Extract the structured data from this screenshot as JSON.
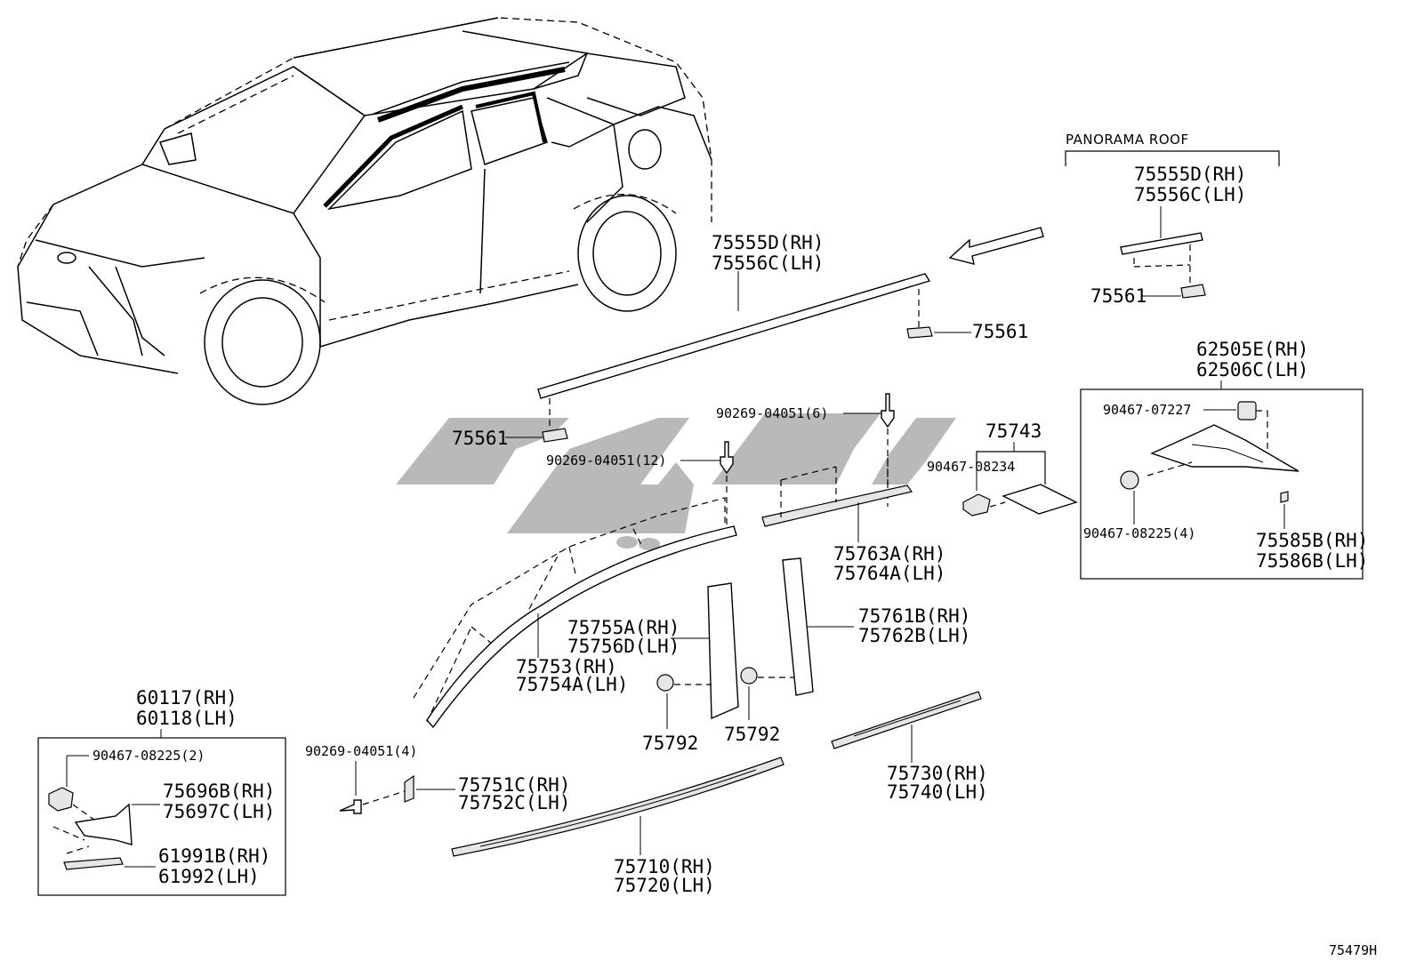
{
  "diagram": {
    "figure_code": "75479H",
    "panorama_section_title": "PANORAMA ROOF",
    "watermark_icon": "brand-watermark-logo"
  },
  "labels": {
    "roof_rh": "75555D(RH)",
    "roof_lh": "75556C(LH)",
    "roof_clip_right": "75561",
    "roof_clip_left": "75561",
    "pano_rh": "75555D(RH)",
    "pano_lh": "75556C(LH)",
    "pano_clip": "75561",
    "protector_rh": "62505E(RH)",
    "protector_lh": "62506C(LH)",
    "protector_clip_top": "90467-07227",
    "protector_clip_bottom": "90467-08225(4)",
    "protector_pad_rh": "75585B(RH)",
    "protector_pad_lh": "75586B(LH)",
    "rivet_6": "90269-04051(6)",
    "rivet_12": "90269-04051(12)",
    "rivet_4": "90269-04051(4)",
    "part_75743": "75743",
    "clip_08234": "90467-08234",
    "quarter_rh": "75763A(RH)",
    "quarter_lh": "75764A(LH)",
    "window_frame_rh": "75753(RH)",
    "window_frame_lh": "75754A(LH)",
    "pillar_front_rh": "75755A(RH)",
    "pillar_front_lh": "75756D(LH)",
    "pillar_rear_rh": "75761B(RH)",
    "pillar_rear_lh": "75762B(LH)",
    "clip_75792_a": "75792",
    "clip_75792_b": "75792",
    "belt_rear_rh": "75730(RH)",
    "belt_rear_lh": "75740(LH)",
    "belt_front_rh": "75710(RH)",
    "belt_front_lh": "75720(LH)",
    "corner_rh": "75751C(RH)",
    "corner_lh": "75752C(LH)",
    "mudguard_rh": "60117(RH)",
    "mudguard_lh": "60118(LH)",
    "mudguard_clip": "90467-08225(2)",
    "cover_rh": "75696B(RH)",
    "cover_lh": "75697C(LH)",
    "seal_rh": "61991B(RH)",
    "seal_lh": "61992(LH)"
  }
}
